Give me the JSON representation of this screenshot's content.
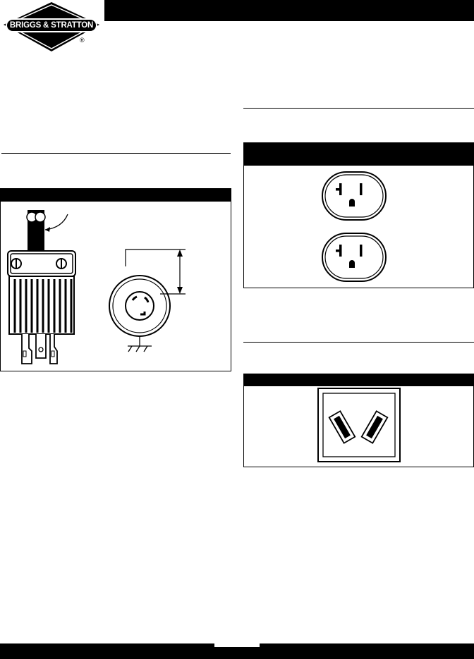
{
  "brand": {
    "name": "BRIGGS & STRATTON",
    "registered_mark": "®",
    "colors": {
      "ink": "#000000",
      "paper": "#ffffff"
    }
  },
  "figures": [
    {
      "id": "locking-plug-receptacle",
      "content": [
        "locking-plug",
        "locking-receptacle",
        "ground-symbol"
      ]
    },
    {
      "id": "duplex-receptacle",
      "content": [
        "outlet-top",
        "outlet-bottom"
      ]
    },
    {
      "id": "twist-outlet",
      "content": [
        "angled-slot-left",
        "angled-slot-right"
      ]
    }
  ]
}
